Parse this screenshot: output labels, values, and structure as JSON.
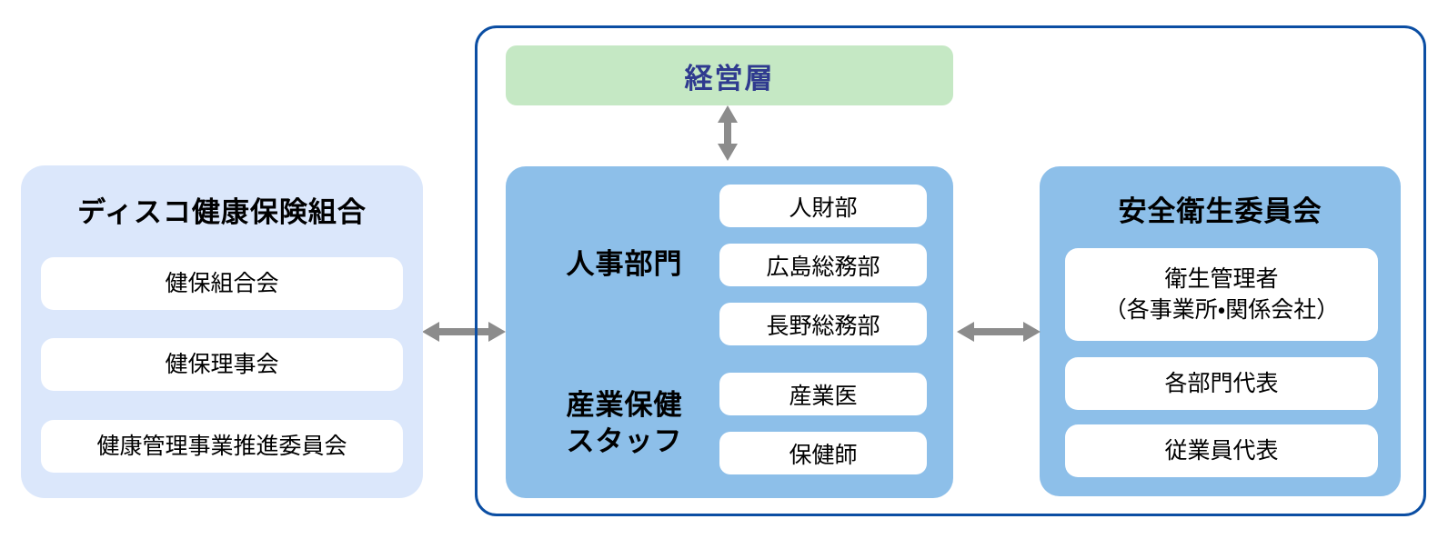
{
  "colors": {
    "container_border": "#0b4ea3",
    "left_panel_bg": "#dbe7fb",
    "blue_box_bg": "#8dbfe9",
    "green_box_bg": "#c5e8c4",
    "green_box_text": "#2f3a8f",
    "item_bg": "#ffffff",
    "arrow": "#8c8c8c",
    "text": "#000000"
  },
  "left_panel": {
    "title": "ディスコ健康保険組合",
    "items": [
      "健保組合会",
      "健保理事会",
      "健康管理事業推進委員会"
    ]
  },
  "management": {
    "label": "経営層"
  },
  "center_panel": {
    "sections": [
      {
        "label": "人事部門",
        "items": [
          "人財部",
          "広島総務部",
          "長野総務部"
        ]
      },
      {
        "label": "産業保健\nスタッフ",
        "items": [
          "産業医",
          "保健師"
        ]
      }
    ]
  },
  "right_panel": {
    "title": "安全衛生委員会",
    "items": [
      "衛生管理者\n（各事業所・関係会社）",
      "各部門代表",
      "従業員代表"
    ]
  }
}
